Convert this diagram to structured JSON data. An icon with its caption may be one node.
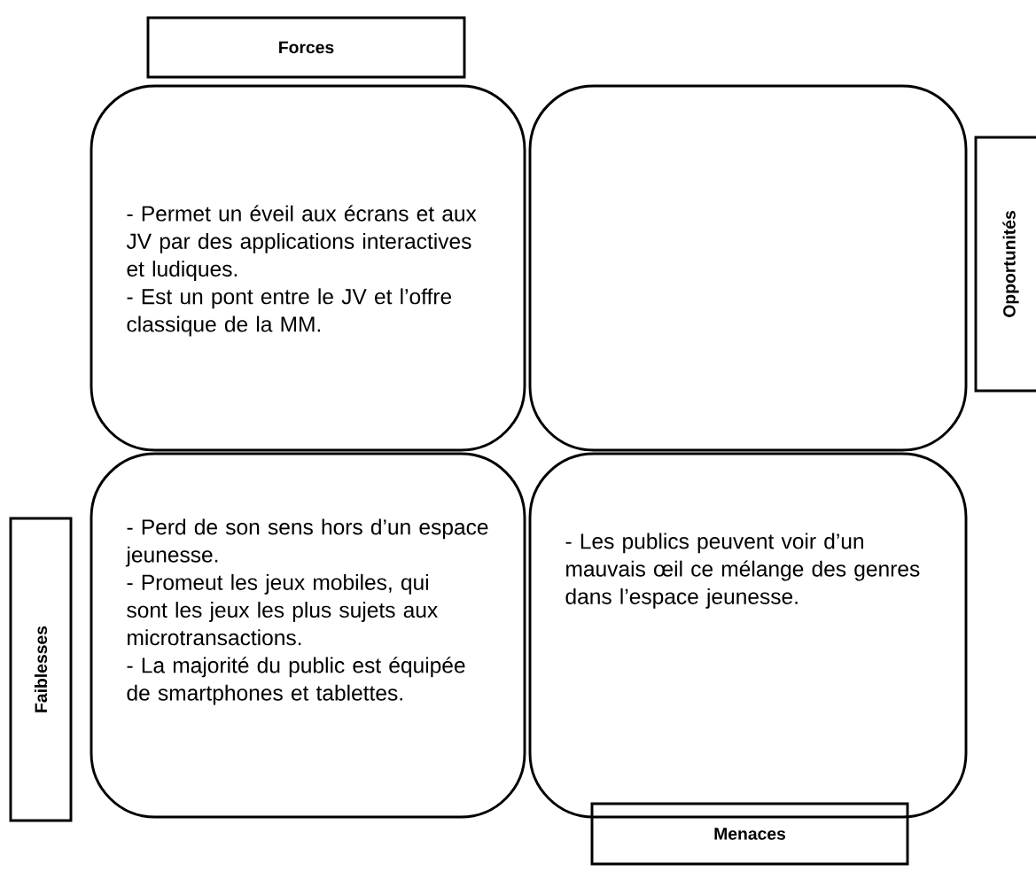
{
  "diagram": {
    "nodes": [
      {
        "text": [
          "Forces"
        ]
      },
      {
        "text": [
          "- Permet un éveil aux écrans et aux JV par des applications interactives et ludiques.",
          "- Est un pont entre le JV et l’offre classique de la MM."
        ]
      },
      {
        "text": [],
        "shape": "box"
      },
      {
        "text": [
          "Opportunités"
        ]
      },
      {
        "text": [
          "Faiblesses"
        ]
      },
      {
        "text": [
          "- Perd de son sens hors d’un espace jeunesse.",
          "- Promeut les jeux mobiles, qui sont les jeux les plus sujets aux microtransactions.",
          "- La majorité du public est équipée de smartphones et tablettes."
        ]
      },
      {
        "text": [
          "- Les publics peuvent voir d’un mauvais œil ce mélange des genres dans l’espace jeunesse."
        ]
      },
      {
        "text": [
          "Menaces"
        ]
      }
    ]
  }
}
